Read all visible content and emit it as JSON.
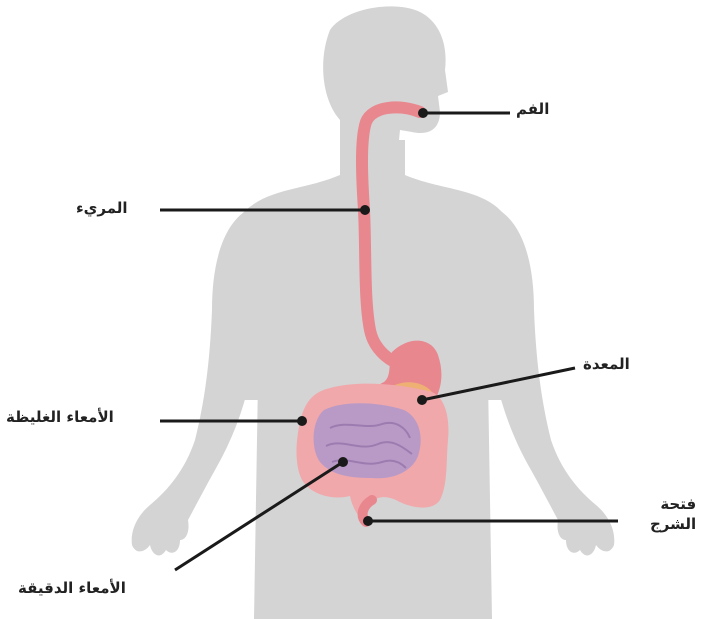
{
  "labels": {
    "mouth": "الفم",
    "esophagus": "المريء",
    "stomach": "المعدة",
    "large_intestine": "الأمعاء الغليظة",
    "small_intestine": "الأمعاء الدقيقة",
    "anus_line1": "فتحة",
    "anus_line2": "الشرج"
  },
  "colors": {
    "body": "#d4d4d5",
    "tract": "#e9878f",
    "tract_dark": "#d9626f",
    "stomach_fill": "#efb074",
    "large_intestine": "#f0a8ab",
    "small_intestine": "#b99ac6",
    "marker": "#1a1a1a"
  }
}
